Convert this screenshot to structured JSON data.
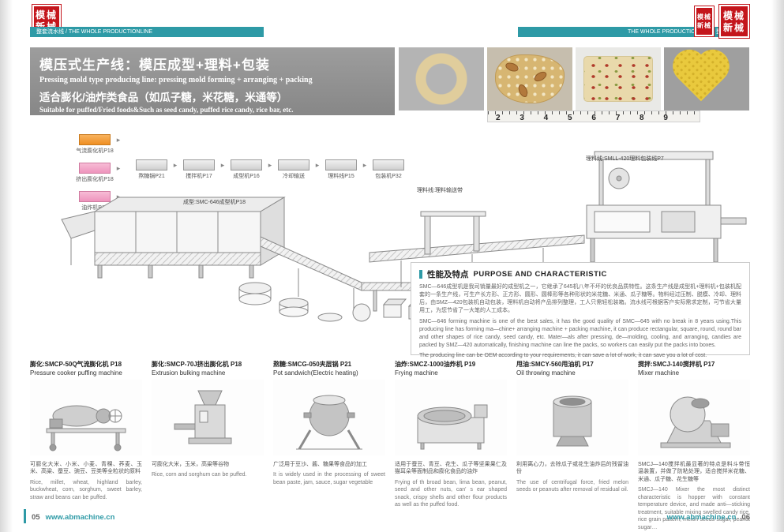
{
  "colors": {
    "teal": "#2e9aa6",
    "stamp_red": "#c4161c"
  },
  "header": {
    "left_bar": "整套流水线 / THE WHOLE PRODUCTIONLINE",
    "right_bar": "THE WHOLE PRODUCTIONLINE / 整套流水线",
    "stamp_row1": "模械",
    "stamp_row2": "新械"
  },
  "title": {
    "l1": "模压式生产线：模压成型+理料+包装",
    "l2": "Pressing mold type producing line: pressing mold forming + arranging + packing",
    "l3": "适合膨化/油炸类食品（如瓜子糖，米花糖，米通等）",
    "l4": "Suitable for puffed/Fried foods&Such as seed candy, puffed rice candy, rice bar, etc."
  },
  "gallery": {
    "ruler_numbers": "2 3 4 5 6 7 8 9"
  },
  "flow": {
    "sources": [
      {
        "cap": "气流膨化机P18"
      },
      {
        "cap": "挤出膨化机P18"
      },
      {
        "cap": "油炸机P19"
      }
    ],
    "steps": [
      {
        "cap": "熬糖锅P21"
      },
      {
        "cap": "搅拌机P17"
      },
      {
        "cap": "成型机P16"
      },
      {
        "cap": "冷却输送"
      },
      {
        "cap": "理料线P15"
      },
      {
        "cap": "包装机P32"
      }
    ]
  },
  "diagram_labels": {
    "forming": "成型:SMC-646成型机P18",
    "conveyor": "理料线:理料输送带",
    "packing": "理料线:SMLL-420理料包装线P7"
  },
  "purpose": {
    "hcn": "性能及特点",
    "hen": "PURPOSE AND CHARACTERISTIC",
    "cn": "SMC—646成型机是我司销量最好的成型机之一，它继承了645机八年不坏的优良品质特性。这条生产线是成型机+理料机+包装机配套的一条生产线，可生产长方形、正方形、圆形、圆棒形等各种形状的米花糖、米通、瓜子糖等。物料经过压制、脱模、冷却、理料后，由SMZ—420包装机自动包装，理料机自动将产品排列整理，工人只需轻松装箱。流水线可根据客户实际需求定制，可节省大量用工，为您节省了一大笔的人工成本。",
    "en1": "SMC—646 forming machine is one of the best sales, it has the good quality of SMC—645 with no break in 8 years using.This producing line has forming ma—chine+ arranging machine + packing machine, it can produce rectangular, square, round, round bar and other shapes of rice candy, seed candy, etc. Mater—als after pressing, de—molding, cooling, and arranging,  candies are packed by SMZ—420 automatically, finishing machine can line the packs, so workers can easily put the packs into boxes.",
    "en2": "The producing line can be OEM according to your requirements, it can save a lot of work, it can save you a lot of cost."
  },
  "products": [
    {
      "tcn": "膨化:SMCP-50Q气流膨化机 P18",
      "ten": "Pressure cooker puffing machine",
      "dcn": "可膨化大米、小米、小麦、青稞、荞麦、玉米、高粱、蚕豆、豌豆、豆类等全粒状的原料",
      "den": "Rice, millet, wheat, highland barley, buckwheat, corn, sorghum, sweet barley, straw and beans can be puffed."
    },
    {
      "tcn": "膨化:SMCP-70J挤出膨化机 P18",
      "ten": "Extrusion bulking machine",
      "dcn": "可膨化大米，玉米，高粱等谷物",
      "den": "Rice, corn and sorghum can be puffed."
    },
    {
      "tcn": "熬糖:SMCG-050夹层锅 P21",
      "ten": "Pot sandwich(Electric heating)",
      "dcn": "广泛用于豆沙、酱、糖果等食品的加工",
      "den": "It is widely used in the processing of sweet bean paste, jam, sauce, sugar vegetable"
    },
    {
      "tcn": "油炸:SMCZ-1000油炸机 P19",
      "ten": "Frying machine",
      "dcn": "适用于蚕豆、青豆、花生、瓜子等坚果果仁及猫耳朵等面制品和膨化食品的油炸",
      "den": "Frying of th broad bean, lima bean, peanut, seed and other nuts, can' s ear shaped snack, crispy shells and other flour products as well as the puffed food."
    },
    {
      "tcn": "甩油:SMCY-560甩油机 P17",
      "ten": "Oil throwing machine",
      "dcn": "利用离心力，去除瓜子或花生油炸后的残留油份",
      "den": "The use of centrifugal force, fried melon seeds or peanuts after removal of residual oil."
    },
    {
      "tcn": "搅拌:SMCJ-140搅拌机 P17",
      "ten": "Mixer machine",
      "dcn": "SMCJ—140搅拌机最显著的特点是料斗带恒温装置，并做了防粘处理，适合搅拌米花糖、米通、瓜子糖、花生糖等",
      "den": "SMCJ—140 Mixer the most distinct characteristic is hopper with constant temperature device, and made anti—sticking treatment, suitable mixing swelled candy rice, rice grain pattern, melon seeds sugar, peanut sugar…"
    }
  ],
  "footer": {
    "page_left": "05",
    "url": "www.abmachine.cn",
    "page_right": "06"
  }
}
